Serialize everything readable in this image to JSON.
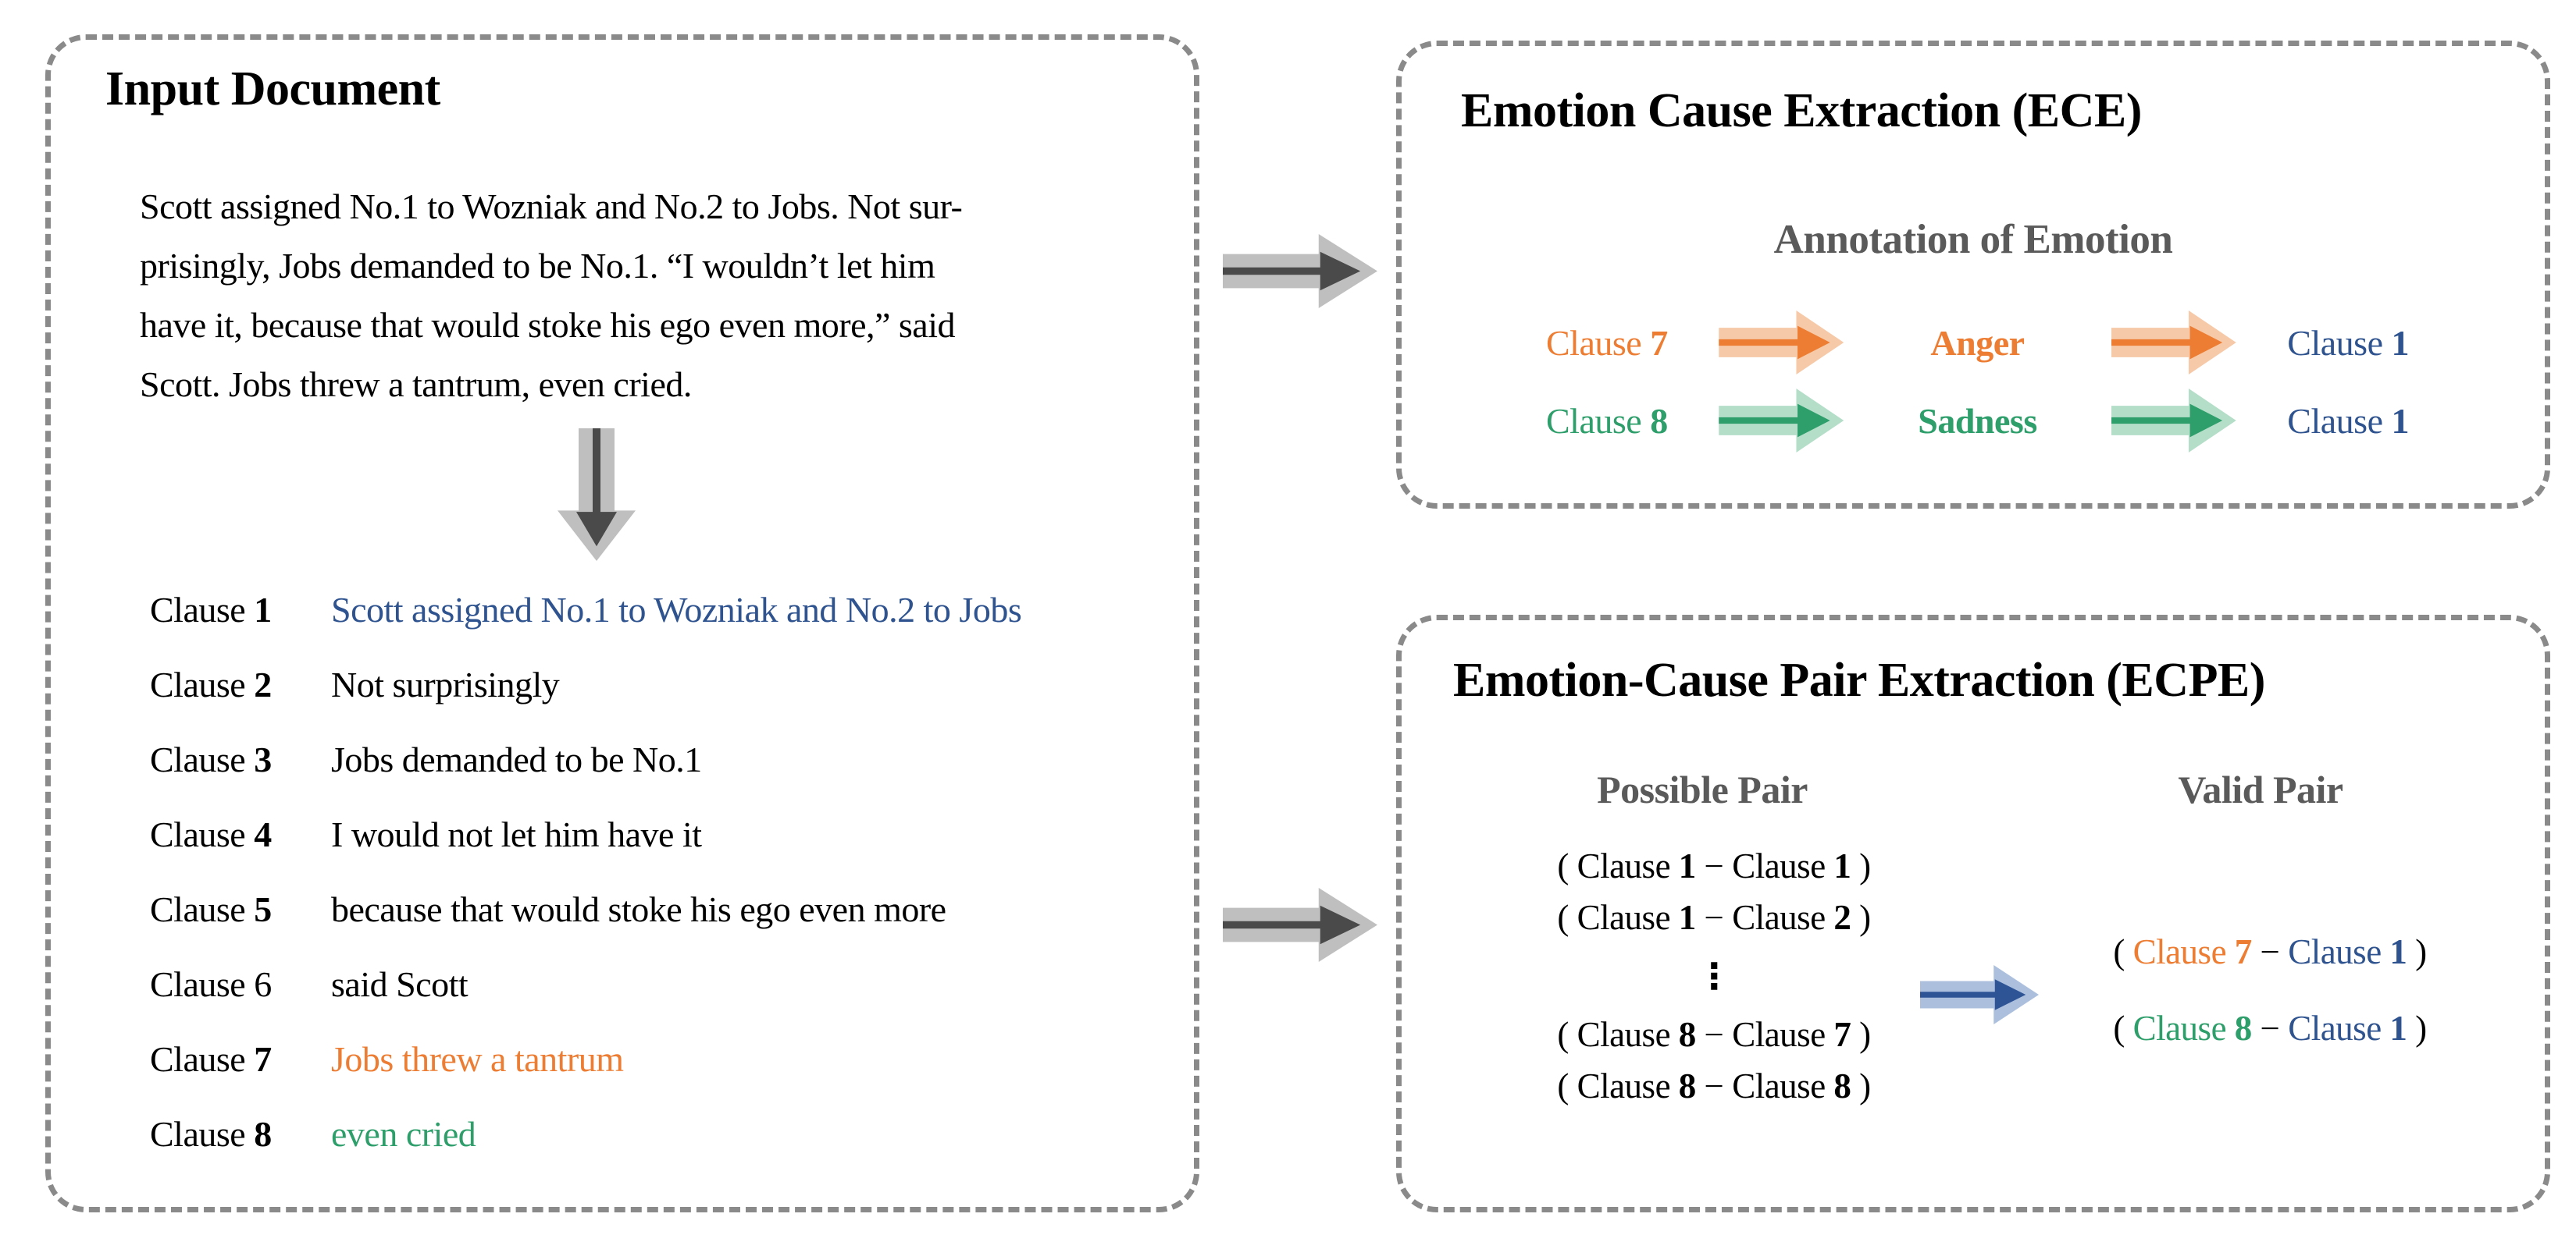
{
  "figure": {
    "input": {
      "title": "Input Document",
      "paragraph": [
        "Scott assigned No.1 to Wozniak and No.2 to Jobs. Not sur-",
        "prisingly, Jobs demanded to be No.1. “I wouldn’t let him",
        "have it, because that would stoke his ego even more,” said",
        "Scott. Jobs threw a tantrum, even cried."
      ],
      "clause_word": "Clause",
      "clauses": [
        {
          "num": "1",
          "text": "Scott assigned No.1 to Wozniak and No.2 to Jobs",
          "color": "#2E538F"
        },
        {
          "num": "2",
          "text": "Not surprisingly",
          "color": "#000000"
        },
        {
          "num": "3",
          "text": "Jobs demanded to be No.1",
          "color": "#000000"
        },
        {
          "num": "4",
          "text": "I would not let him have it",
          "color": "#000000"
        },
        {
          "num": "5",
          "text": "because that would stoke his ego even more",
          "color": "#000000"
        },
        {
          "num": "6",
          "text": "said Scott",
          "color": "#000000"
        },
        {
          "num": "7",
          "text": "Jobs threw a tantrum",
          "color": "#EC7D33"
        },
        {
          "num": "8",
          "text": "even cried",
          "color": "#2E9E6B"
        }
      ]
    },
    "ece": {
      "title": "Emotion Cause Extraction (ECE)",
      "subtitle": "Annotation of Emotion",
      "rows": [
        {
          "src_word": "Clause",
          "src_num": "7",
          "emotion": "Anger",
          "dst_word": "Clause",
          "dst_num": "1"
        },
        {
          "src_word": "Clause",
          "src_num": "8",
          "emotion": "Sadness",
          "dst_word": "Clause",
          "dst_num": "1"
        }
      ]
    },
    "ecpe": {
      "title": "Emotion-Cause Pair Extraction (ECPE)",
      "possible_header": "Possible Pair",
      "valid_header": "Valid Pair",
      "open_paren": "( ",
      "close_paren": " )",
      "dash": "−",
      "ellipsis": "⋮",
      "possible_pairs": [
        {
          "l_word": "Clause",
          "l_num": "1",
          "r_word": "Clause",
          "r_num": "1"
        },
        {
          "l_word": "Clause",
          "l_num": "1",
          "r_word": "Clause",
          "r_num": "2"
        },
        {
          "l_word": "Clause",
          "l_num": "8",
          "r_word": "Clause",
          "r_num": "7"
        },
        {
          "l_word": "Clause",
          "l_num": "8",
          "r_word": "Clause",
          "r_num": "8"
        }
      ],
      "valid_pairs": [
        {
          "l_word": "Clause",
          "l_num": "7",
          "r_word": "Clause",
          "r_num": "1"
        },
        {
          "l_word": "Clause",
          "l_num": "8",
          "r_word": "Clause",
          "r_num": "1"
        }
      ]
    },
    "colors": {
      "orange": "#EC7D33",
      "orange_light": "#F6C9A8",
      "green": "#2E9E6B",
      "green_light": "#B5DEC9",
      "blue": "#2E538F",
      "blue_arrow_light": "#ACC0DE",
      "blue_arrow_dark": "#2F5496",
      "gray_text": "#5A5A5A",
      "border_gray": "#8A8A8A",
      "arrow_gray_light": "#BFBFBF",
      "arrow_gray_dark": "#4A4A4A"
    }
  }
}
